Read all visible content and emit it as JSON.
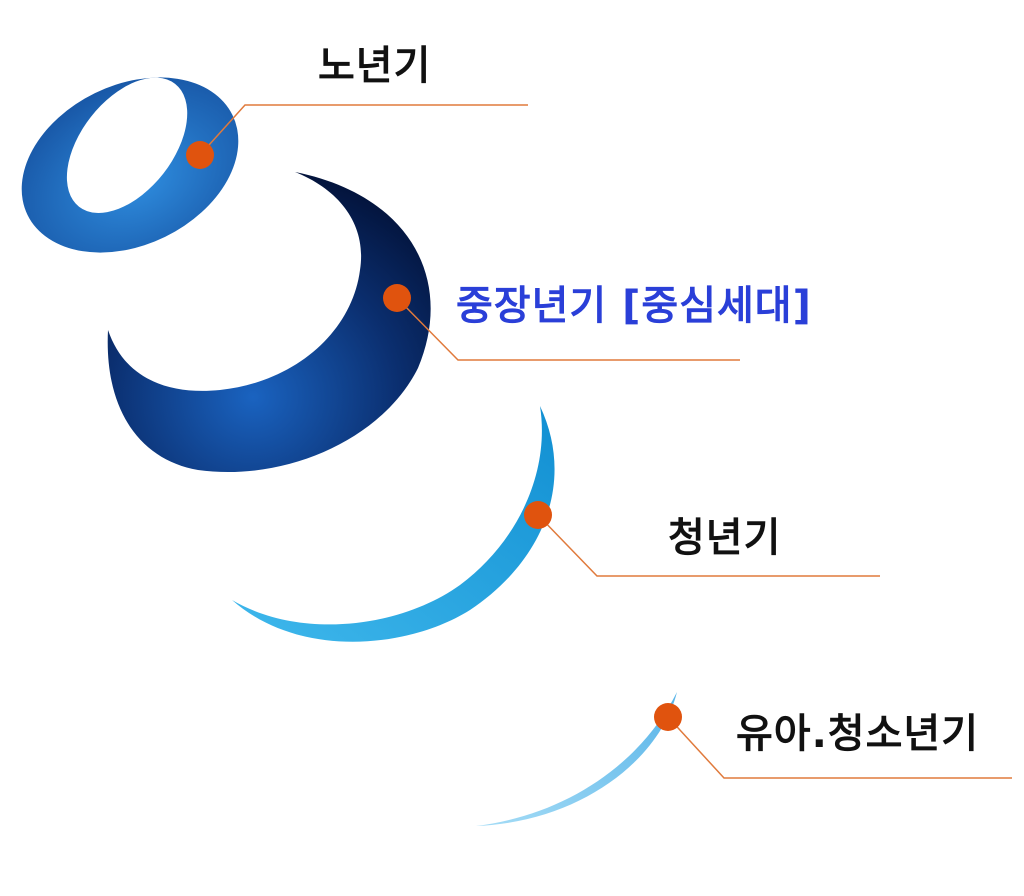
{
  "colors": {
    "background": "#ffffff",
    "label_default": "#111111",
    "label_highlight": "#2a3fd8",
    "leader_line": "#e07a3c",
    "marker_dot": "#e0530e",
    "ring_elderly": "#1c63b8",
    "ring_middle": "#0b2f70",
    "ring_youth": "#1aa5e2",
    "ring_child": "#6fc3ee"
  },
  "stages": [
    {
      "key": "elderly",
      "label": "노년기",
      "highlight": false
    },
    {
      "key": "middle",
      "label": "중장년기 [중심세대]",
      "highlight": true
    },
    {
      "key": "youth",
      "label": "청년기",
      "highlight": false
    },
    {
      "key": "child",
      "label": "유아.청소년기",
      "highlight": false
    }
  ]
}
